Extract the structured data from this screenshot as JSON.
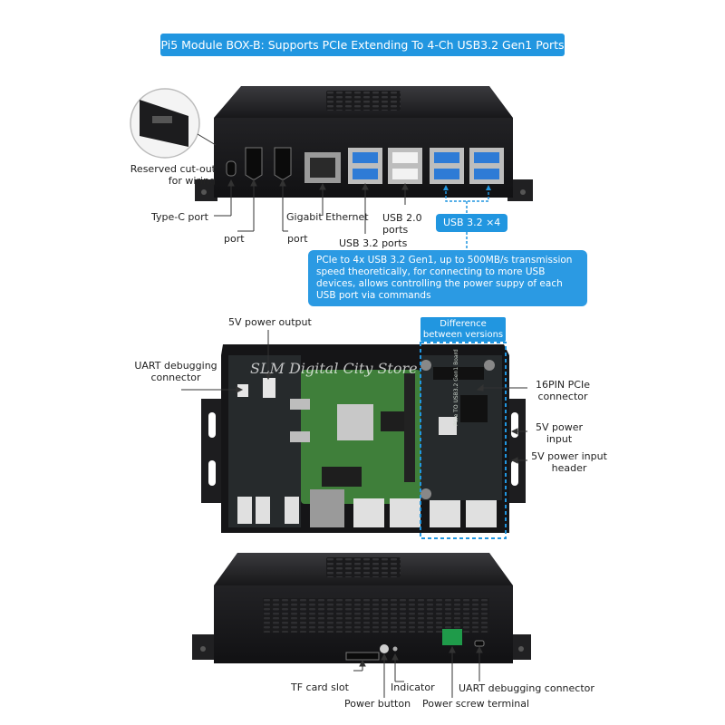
{
  "title": "Pi5 Module BOX-B: Supports PCIe Extending To 4-Ch USB3.2 Gen1 Ports",
  "top_labels": {
    "reserved": "Reserved cut-out for wiring",
    "type_c": "Type-C port",
    "hdmi1": "port",
    "hdmi2": "port",
    "gigabit": "Gigabit Ethernet",
    "usb32": "USB 3.2 ports",
    "usb20": "USB 2.0 ports"
  },
  "usb_tag": "USB 3.2 ×4",
  "info_box": "PCIe to 4x USB 3.2 Gen1, up to 500MB/s transmission speed theoretically, for connecting to more USB devices, allows controlling the power suppy of each USB port via commands",
  "middle_labels": {
    "power_out": "5V power output",
    "uart": "UART debugging connector",
    "pcie": "16PIN PCIe connector",
    "power_in": "5V power input",
    "power_header": "5V power input header",
    "difference": "Difference between versions",
    "watermark": "SLM Digital City Store",
    "pcb_silk": "PCIe TO USB3.2 Gen1 Board"
  },
  "bottom_labels": {
    "tf": "TF card slot",
    "power_button": "Power button",
    "indicator": "Indicator",
    "screw": "Power screw terminal",
    "uart": "UART debugging connector"
  },
  "colors": {
    "accent": "#2196e0",
    "case": "#1b1b1d",
    "pcb_green": "#3f7f3a",
    "pcb_dark": "#262a2c"
  }
}
